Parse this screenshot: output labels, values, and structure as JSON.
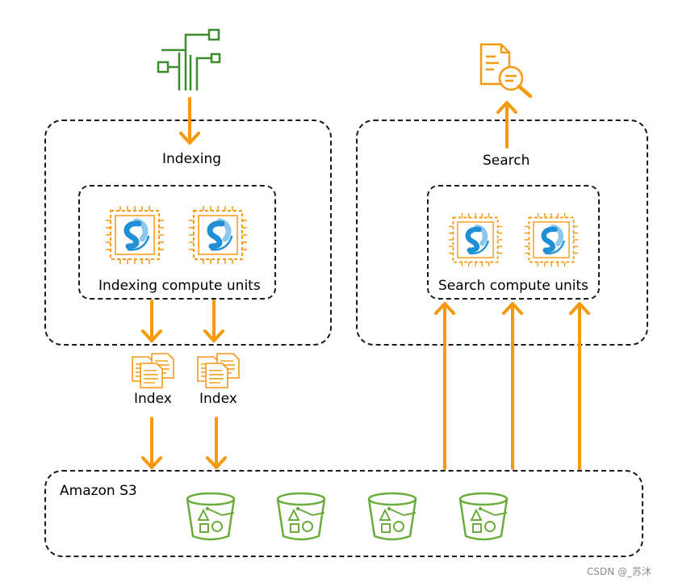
{
  "source_label": "",
  "indexing": {
    "title": "Indexing",
    "compute_units_label": "Indexing compute units"
  },
  "search": {
    "title": "Search",
    "compute_units_label": "Search compute units"
  },
  "index_outputs": [
    {
      "label": "Index"
    },
    {
      "label": "Index"
    }
  ],
  "storage": {
    "label": "Amazon S3",
    "bucket_count": 4
  },
  "colors": {
    "arrow": "#f7990f",
    "chip": "#f7990f",
    "bucket": "#6aad3d",
    "source_icon": "#3c8c2e",
    "logo_dark": "#1f8fd6",
    "logo_light": "#8ec7ec",
    "border": "#1a1a1a"
  },
  "watermark": "CSDN @_苏沐"
}
